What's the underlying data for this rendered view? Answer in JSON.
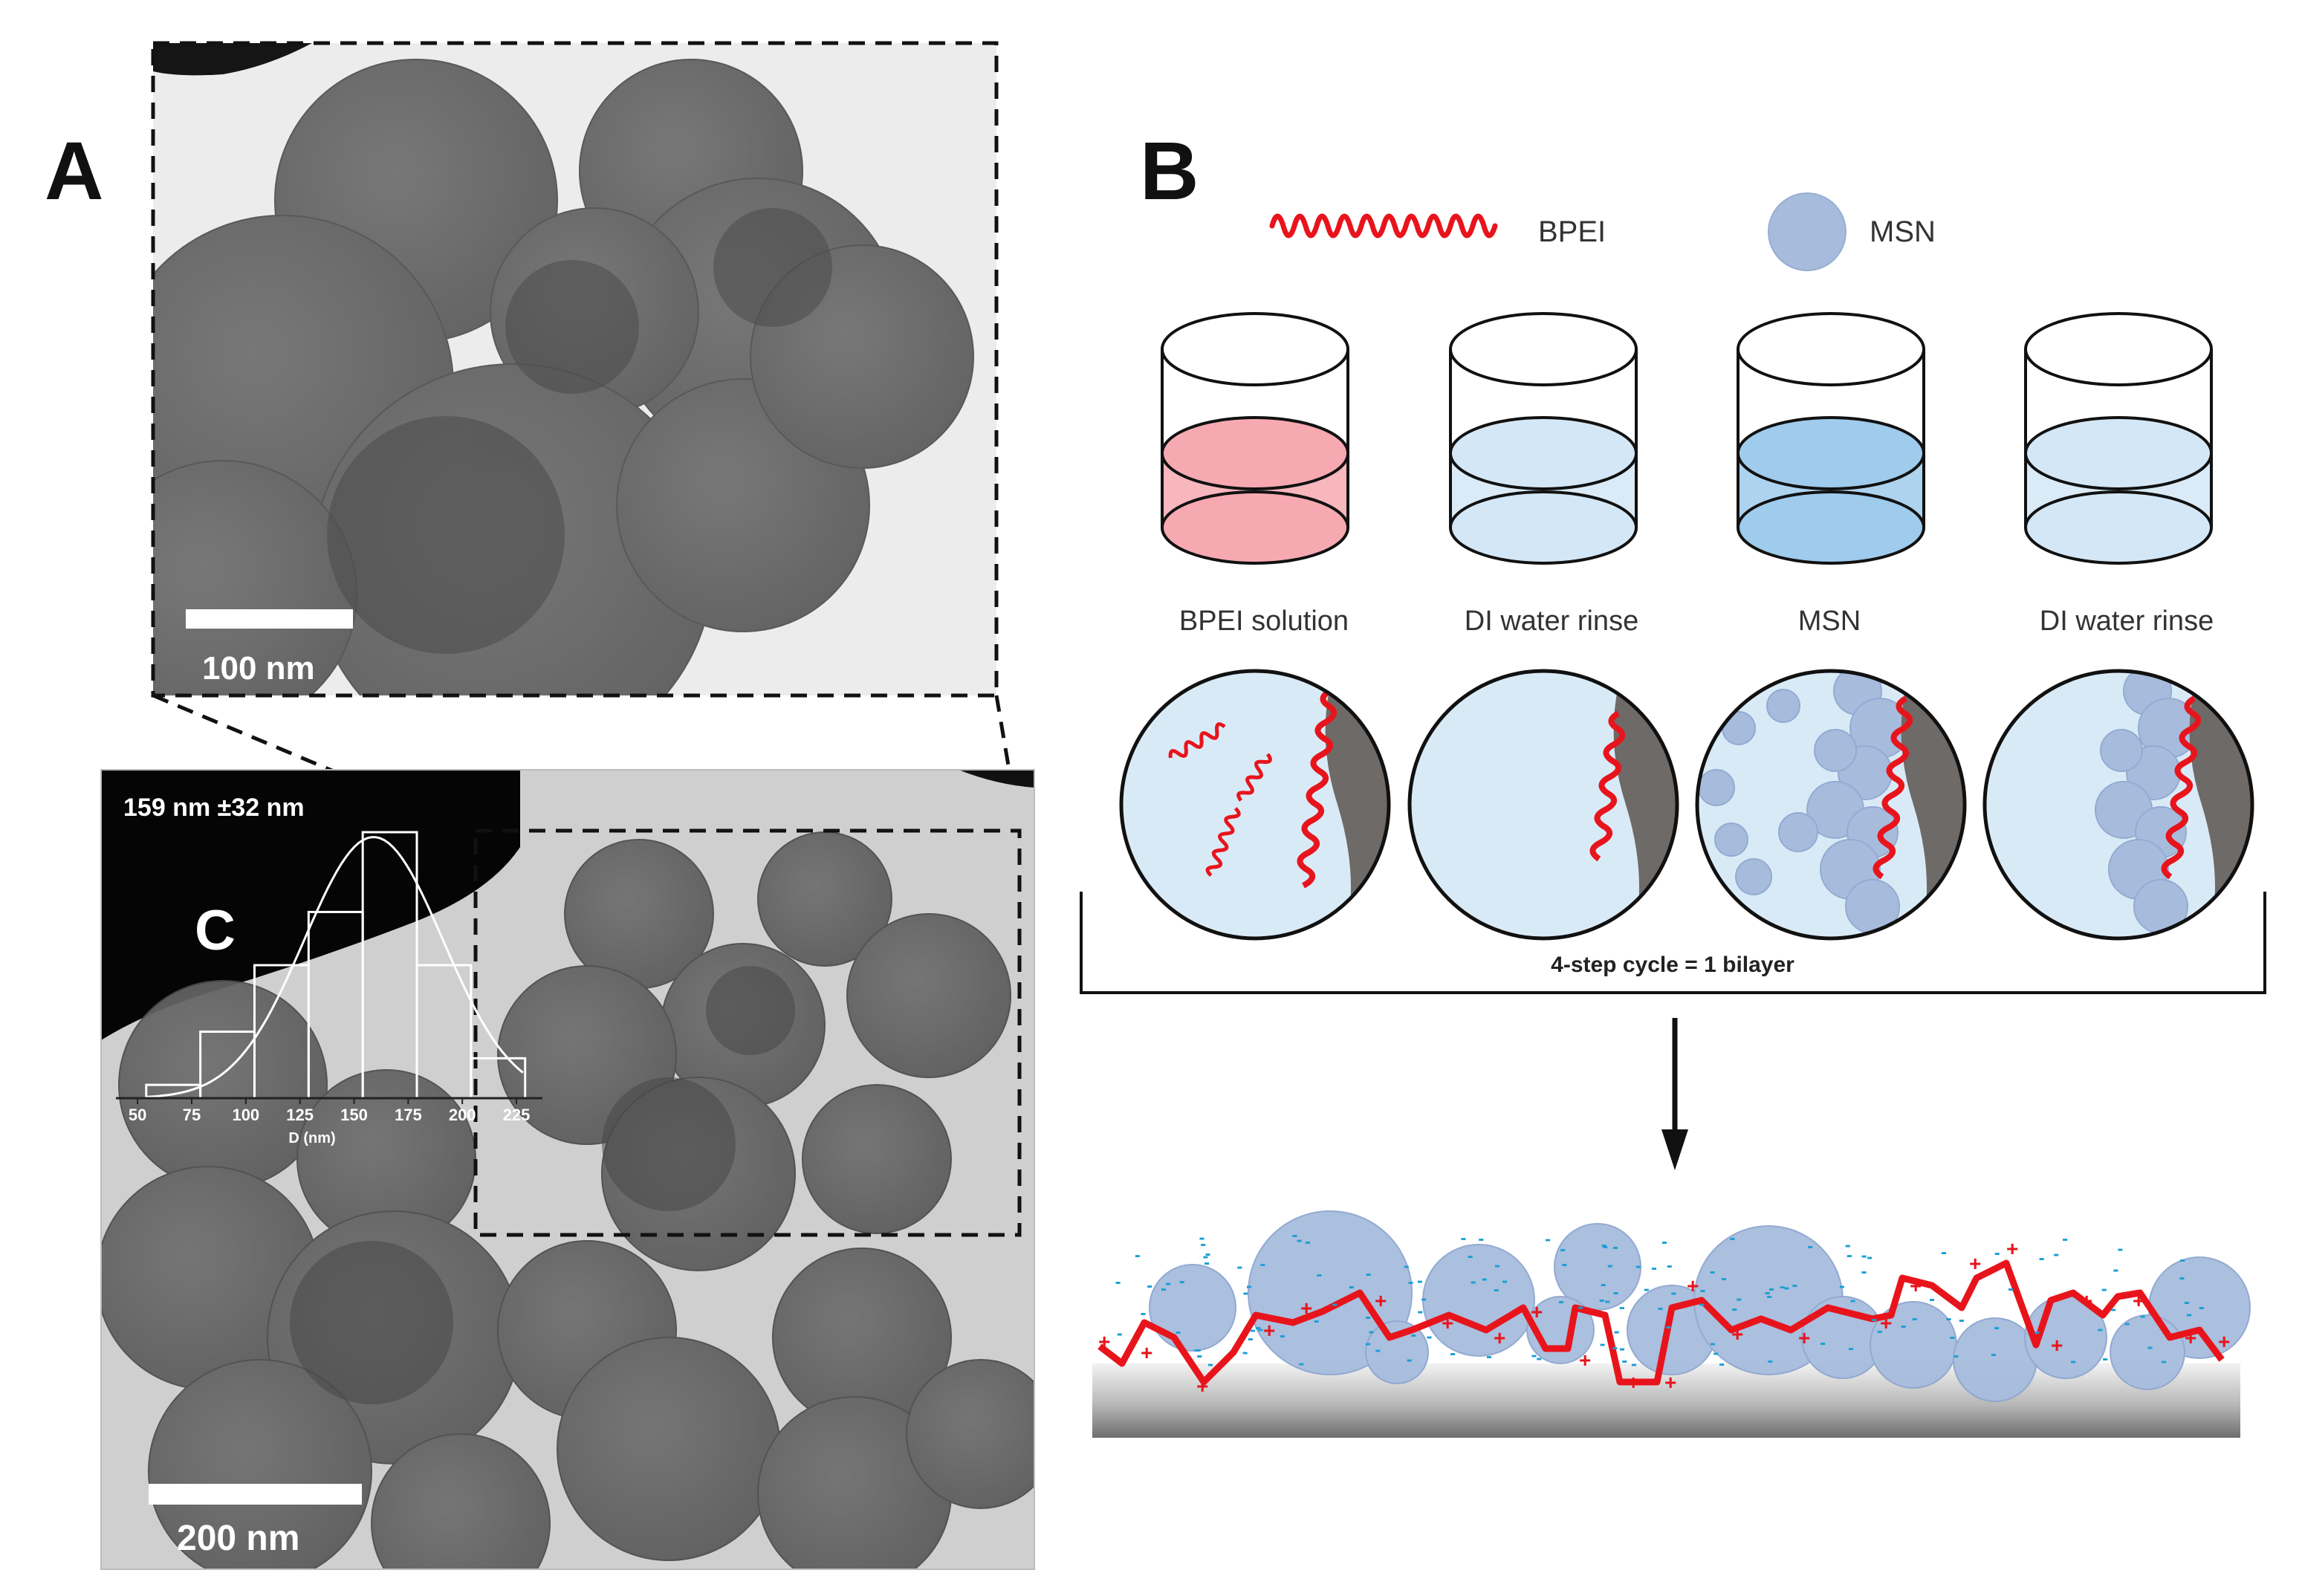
{
  "panel_a": {
    "label": "A",
    "scale_bar": "100 nm"
  },
  "panel_b": {
    "label": "B",
    "legend": {
      "bpei": "BPEI",
      "msn": "MSN"
    },
    "steps": [
      {
        "label": "BPEI solution",
        "liquid_color": "#f7a9b2"
      },
      {
        "label": "DI water rinse",
        "liquid_color": "#d4e7f6"
      },
      {
        "label": "MSN",
        "liquid_color": "#9fcbec"
      },
      {
        "label": "DI water rinse",
        "liquid_color": "#d4e7f6"
      }
    ],
    "cycle_text": "4-step cycle = 1 bilayer",
    "charges": {
      "positive": "+",
      "negative": "-"
    },
    "colors": {
      "bpei": "#e8141c",
      "msn": "#a7bcdd",
      "substrate": "#6e6a68",
      "negative_charge": "#1a9fd6"
    }
  },
  "panel_c": {
    "label": "C",
    "scale_bar": "200 nm",
    "stat": "159 nm ±32 nm"
  },
  "chart_data": {
    "type": "bar",
    "title": "159 nm ±32 nm",
    "xlabel": "D (nm)",
    "ylabel": "",
    "x_ticks": [
      50,
      75,
      100,
      125,
      150,
      175,
      200,
      225
    ],
    "bin_edges": [
      54,
      79,
      104,
      129,
      154,
      179,
      204,
      229
    ],
    "values": [
      1,
      5,
      10,
      14,
      20,
      10,
      3
    ],
    "fit": {
      "type": "normal",
      "mean": 159,
      "sd": 32
    }
  }
}
